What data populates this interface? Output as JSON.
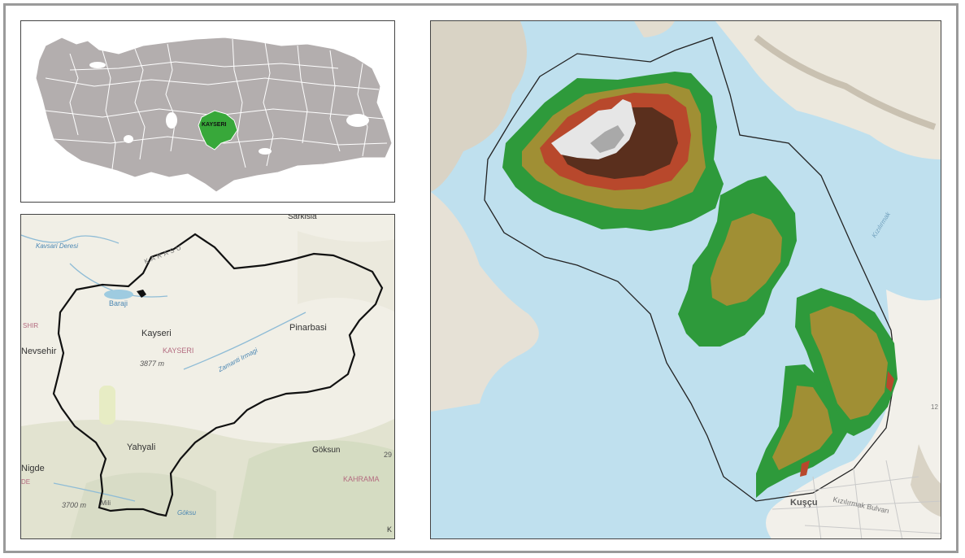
{
  "turkey_map": {
    "province_label": "KAYSERI",
    "colors": {
      "country": "#b3aeae",
      "province_borders": "#ffffff",
      "highlight": "#38a83a"
    }
  },
  "kayseri_map": {
    "labels": {
      "sarkisla": "Sarkisla",
      "kavsari_deresi": "Kavsari Deresi",
      "karasu": "KARASU",
      "baraji": "Baraji",
      "shir": "SHIR",
      "kayseri_city": "Kayseri",
      "kayseri_province": "KAYSERI",
      "elevation_erciyes": "3877 m",
      "zamanti": "Zamanti Irmagi",
      "pinarbasi": "Pinarbasi",
      "nevsehir": "Nevsehir",
      "yahyali": "Yahyali",
      "goksun": "Göksun",
      "nigde": "Nigde",
      "de": "DE",
      "elevation_aladag": "3700 m",
      "mili": "Mili",
      "kahramanmaras": "KAHRAMA",
      "num_29": "29",
      "goksu": "Göksu",
      "edge_k": "K"
    },
    "colors": {
      "base": "#f1efe6",
      "boundary": "#111111",
      "water": "#9ecbe0"
    }
  },
  "terrain_map": {
    "labels": {
      "kizilirmak_river": "Kızılırmak",
      "kuscu": "Kuşçu",
      "kizilirmak_bulvari": "Kızılırmak Bulvarı",
      "edge_number": "12"
    },
    "colors": {
      "water": "#bfe0ee",
      "low": "#2e9a3b",
      "mid": "#a08f34",
      "high": "#b8482c",
      "peak": "#e6e6e6"
    }
  }
}
